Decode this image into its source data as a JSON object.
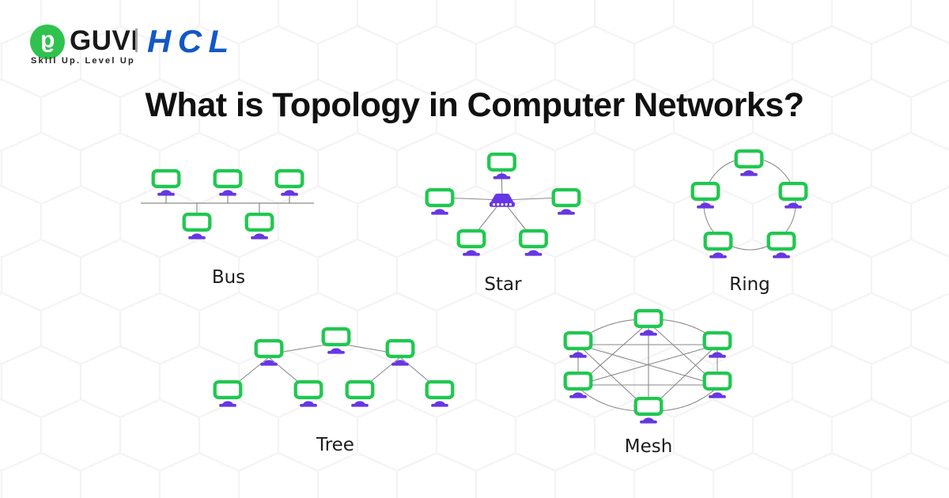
{
  "brand": {
    "guvi": {
      "name": "GUVI",
      "tagline": "Skill Up. Level Up",
      "icon_letter": "g",
      "green": "#2fc24d"
    },
    "hcl": {
      "name": "HCL",
      "blue": "#1457c5"
    }
  },
  "title": "What is Topology in Computer Networks?",
  "topologies": [
    {
      "id": "bus",
      "label": "Bus",
      "computer_count": 5
    },
    {
      "id": "star",
      "label": "Star",
      "computer_count": 5,
      "has_hub": true
    },
    {
      "id": "ring",
      "label": "Ring",
      "computer_count": 5
    },
    {
      "id": "tree",
      "label": "Tree",
      "computer_count": 7
    },
    {
      "id": "mesh",
      "label": "Mesh",
      "computer_count": 6
    }
  ],
  "icons": {
    "computer-icon": "green monitor with purple stand",
    "hub-icon": "purple network switch with 5 ports",
    "guvi-logo-icon": "white g in green circle"
  },
  "colors": {
    "monitor_green": "#1fc84f",
    "stand_purple": "#6636e4",
    "line_gray": "#8a8a8a",
    "title_black": "#111111",
    "background": "#ffffff",
    "pattern_line": "#f4f4f6"
  }
}
